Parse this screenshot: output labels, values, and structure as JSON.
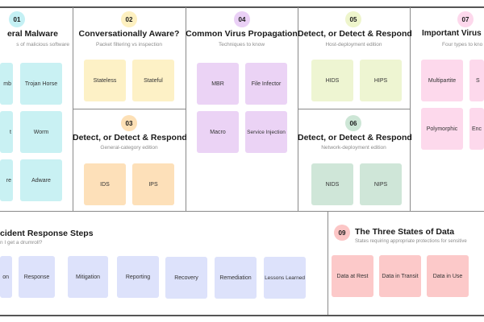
{
  "sections": {
    "s01": {
      "badge": "01",
      "title": "eral Malware",
      "subtitle": "s of malicious software",
      "items": [
        "mb",
        "Trojan Horse",
        "t",
        "Worm",
        "re",
        "Adware"
      ],
      "color": "#c9f1f3"
    },
    "s02": {
      "badge": "02",
      "title": "Conversationally Aware?",
      "subtitle": "Packet filtering vs inspection",
      "items": [
        "Stateless",
        "Stateful"
      ],
      "color": "#fdf1c6"
    },
    "s03": {
      "badge": "03",
      "title": "Detect, or Detect & Respond",
      "subtitle": "General-category edition",
      "items": [
        "IDS",
        "IPS"
      ],
      "color": "#fde0b9"
    },
    "s04": {
      "badge": "04",
      "title": "Common Virus Propagation",
      "subtitle": "Techniques to know",
      "items": [
        "MBR",
        "File Infector",
        "Macro",
        "Service Injection"
      ],
      "color": "#ebd3f5"
    },
    "s05": {
      "badge": "05",
      "title": "Detect, or Detect & Respond",
      "subtitle": "Host-deployment edition",
      "items": [
        "HIDS",
        "HIPS"
      ],
      "color": "#eef5d2"
    },
    "s06": {
      "badge": "06",
      "title": "Detect, or Detect & Respond",
      "subtitle": "Network-deployment edition",
      "items": [
        "NIDS",
        "NIPS"
      ],
      "color": "#cfe6d8"
    },
    "s07": {
      "badge": "07",
      "title": "Important Virus",
      "subtitle": "Four types to kno",
      "items": [
        "Multipartite",
        "S",
        "Polymorphic",
        "Enc"
      ],
      "color": "#fdd9ec"
    },
    "s08": {
      "title": "cident Response Steps",
      "subtitle": "n I get a drumroll?",
      "items": [
        "on",
        "Response",
        "Mitigation",
        "Reporting",
        "Recovery",
        "Remediation",
        "Lessons Learned"
      ],
      "color": "#dde2fb"
    },
    "s09": {
      "badge": "09",
      "title": "The Three States of Data",
      "subtitle": "States requiring appropriate protections for sensitive",
      "items": [
        "Data at Rest",
        "Data in Transit",
        "Data in Use"
      ],
      "color": "#fcc9c9"
    }
  }
}
